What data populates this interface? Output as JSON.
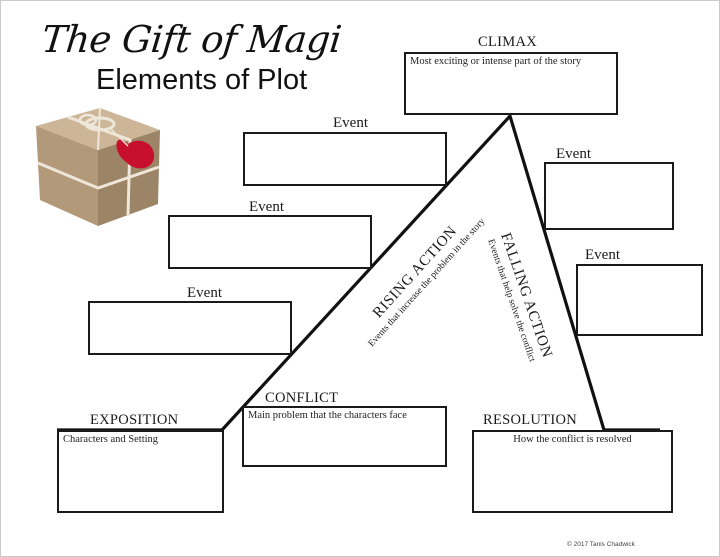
{
  "title": "The Gift of Magi",
  "subtitle": "Elements of Plot",
  "climax": {
    "label": "CLIMAX",
    "hint": "Most exciting or intense part of the story"
  },
  "events": {
    "rising_1": "Event",
    "rising_2": "Event",
    "rising_3": "Event",
    "falling_1": "Event",
    "falling_2": "Event"
  },
  "rising_action": {
    "label": "RISING ACTION",
    "hint": "Events that increase the problem in the story"
  },
  "falling_action": {
    "label": "FALLING ACTION",
    "hint": "Events that help solve the conflict"
  },
  "exposition": {
    "label": "EXPOSITION",
    "hint": "Characters and Setting"
  },
  "conflict": {
    "label": "CONFLICT",
    "hint": "Main problem that the characters face"
  },
  "resolution": {
    "label": "RESOLUTION",
    "hint": "How the conflict is resolved"
  },
  "copyright": "© 2017 Tanis Chadwick",
  "illustration": {
    "name": "gift-box-icon",
    "tag_color": "#c8102e",
    "wrap_color": "#b99d7c"
  }
}
